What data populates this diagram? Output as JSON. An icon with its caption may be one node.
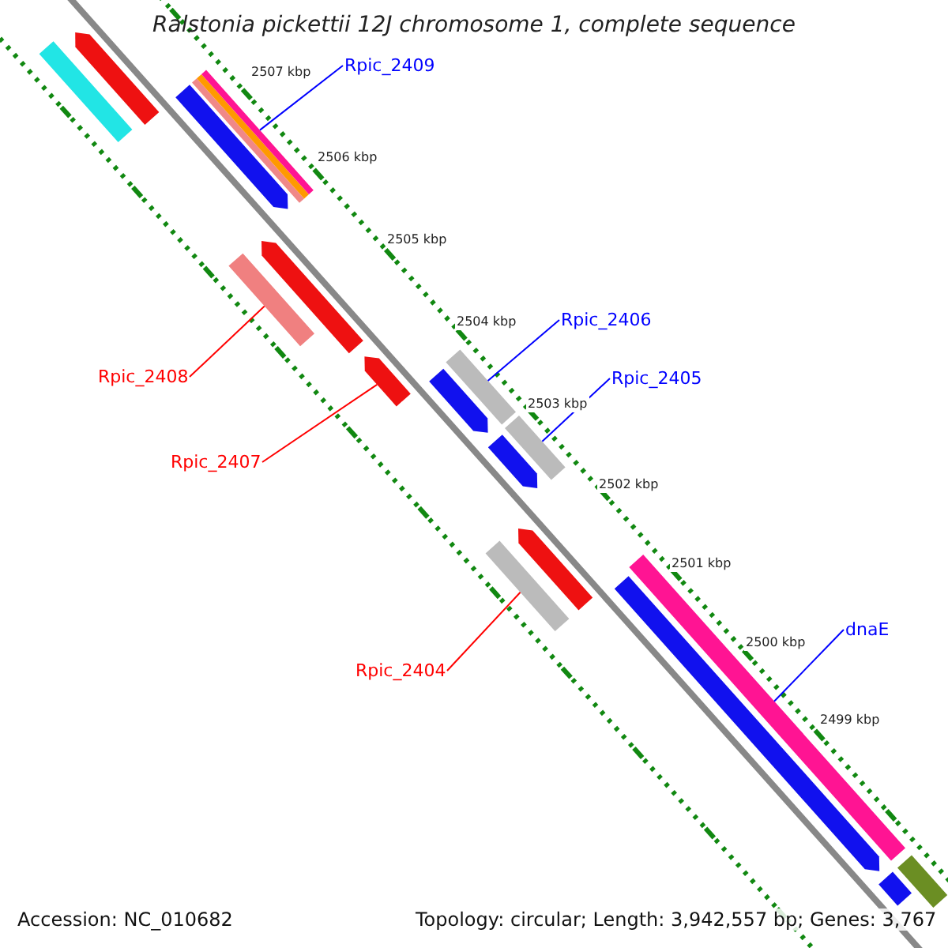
{
  "diagram": {
    "title": "Ralstonia pickettii 12J chromosome 1, complete sequence",
    "nodes": [
      {
        "text": [
          "Rpic_2409"
        ]
      },
      {
        "text": [
          "Rpic_2408"
        ]
      },
      {
        "text": [
          "Rpic_2407"
        ]
      },
      {
        "text": [
          "Rpic_2406"
        ]
      },
      {
        "text": [
          "Rpic_2405"
        ]
      },
      {
        "text": [
          "Rpic_2404"
        ]
      },
      {
        "text": [
          "dnaE"
        ]
      },
      {
        "text": [],
        "shape": "bar"
      },
      {
        "text": [],
        "shape": "bar"
      },
      {
        "text": [],
        "shape": "bar"
      },
      {
        "text": [],
        "shape": "bar"
      },
      {
        "text": [],
        "shape": "bar"
      },
      {
        "text": [],
        "shape": "bar"
      },
      {
        "text": [],
        "shape": "bar"
      },
      {
        "text": [],
        "shape": "bar"
      },
      {
        "text": [],
        "shape": "bar"
      },
      {
        "text": [],
        "shape": "bar"
      },
      {
        "text": [],
        "shape": "bar"
      },
      {
        "text": [],
        "shape": "bar"
      },
      {
        "text": [],
        "shape": "bar"
      },
      {
        "text": [],
        "shape": "bar"
      },
      {
        "text": [],
        "shape": "bar"
      },
      {
        "text": [],
        "shape": "bar"
      },
      {
        "text": [],
        "shape": "bar"
      }
    ],
    "edges": [
      {
        "from": 0,
        "to": 10,
        "arrow": "none"
      },
      {
        "from": 1,
        "to": 11,
        "arrow": "none",
        "color": "#ff0000"
      },
      {
        "from": 2,
        "to": 13,
        "arrow": "none",
        "color": "#ff0000"
      },
      {
        "from": 3,
        "to": 14,
        "arrow": "none"
      },
      {
        "from": 4,
        "to": 16,
        "arrow": "none"
      },
      {
        "from": 5,
        "to": 18,
        "arrow": "none",
        "color": "#ff0000"
      },
      {
        "from": 6,
        "to": 20,
        "arrow": "none"
      }
    ],
    "labels": [
      "2507 kbp",
      "2506 kbp",
      "2505 kbp",
      "2504 kbp",
      "2503 kbp",
      "2502 kbp",
      "2501 kbp",
      "2500 kbp",
      "2499 kbp",
      "Accession: NC_010682",
      "Topology: circular; Length: 3,942,557 bp; Genes: 3,767"
    ]
  }
}
